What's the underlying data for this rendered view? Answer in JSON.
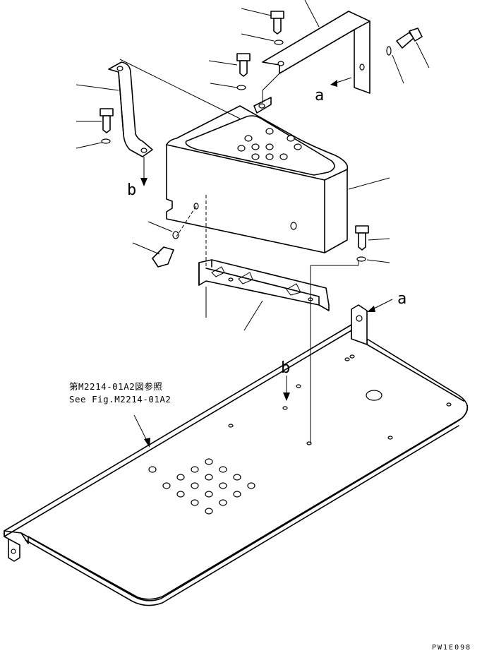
{
  "labels": {
    "view_a": "a",
    "view_b": "b"
  },
  "reference_note": {
    "line1": "第M2214-01A2図参照",
    "line2": "See Fig.M2214-01A2"
  },
  "drawing_code": "PW1E098",
  "colors": {
    "line": "#000000",
    "background": "#ffffff"
  }
}
